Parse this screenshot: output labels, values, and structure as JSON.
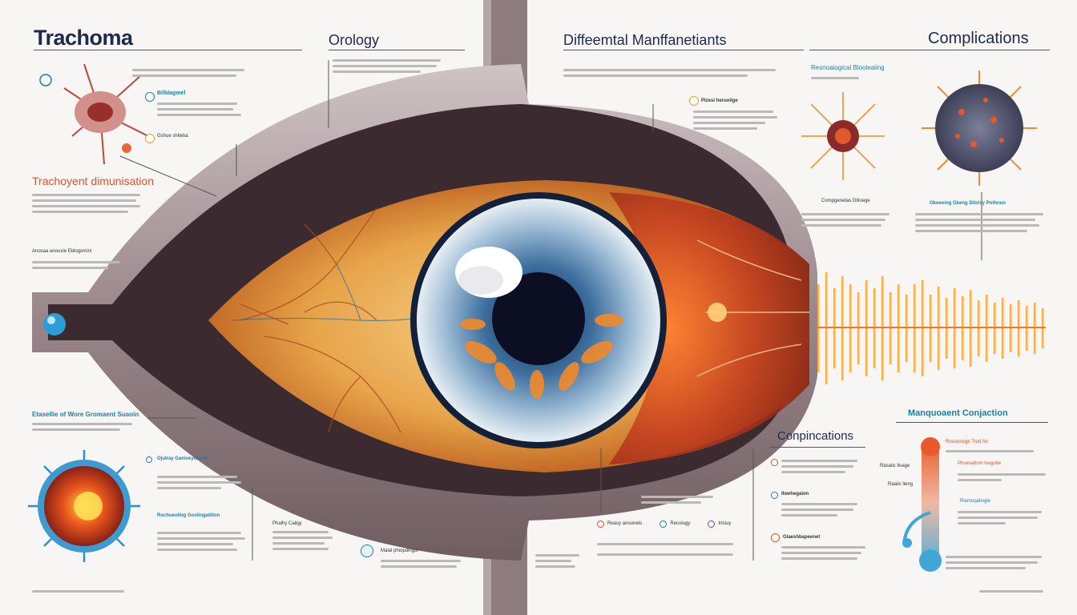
{
  "left": {
    "title": "Trachoma",
    "blue_label_1": "Bilblagmel",
    "blue_label_2": "Gshue shiteba",
    "orange_heading": "Trachoyent dimunisation",
    "small_heading": "Anosaa anouvie Eblogomini",
    "lower_heading": "Etasellie of Wore Gromaent Suaoin",
    "green_label_1": "Ojulray Ganiveyctiaon",
    "green_label_2": "Rochueoling Gonlingatillon"
  },
  "center_left": {
    "title": "Orology",
    "label_1": "Phalhy Cailgy",
    "label_2": "Malal phiopdingor"
  },
  "center_right": {
    "title": "Diffeemtal Manffanetiants",
    "label_1": "Plzesi heruoilge",
    "legend": [
      "Reasy anounets",
      "Recolugy",
      "Inluuy"
    ]
  },
  "right": {
    "title": "Complications",
    "label_top": "Resnoaiogical Blooleaiing",
    "label_mid": "Compgenetas Dllioege",
    "label_mid_right": "Okeeoing Gkeng Diloisy Pothnun",
    "mid_heading": "Conpincations",
    "item_1": "Ilwehegaion",
    "item_2": "Glaeshbapeenet",
    "blue_heading": "Manquoaent Conjaction",
    "thermo_labels": [
      "Rosoniorge Trod Nc",
      "Phuesatlom lnvgoite",
      "Riomoqalingle"
    ],
    "thermo_side": [
      "Rasaiic lloage",
      "Raaiic lleng"
    ]
  },
  "colors": {
    "navy": "#1d2b4a",
    "orange": "#d9542b",
    "teal": "#1d7fa3",
    "iris_blue": "#3c6e9e",
    "frame_mauve": "#8a7378"
  },
  "icons": [
    "virus-icon",
    "eye-icon",
    "thermometer-icon",
    "cell-icon"
  ]
}
